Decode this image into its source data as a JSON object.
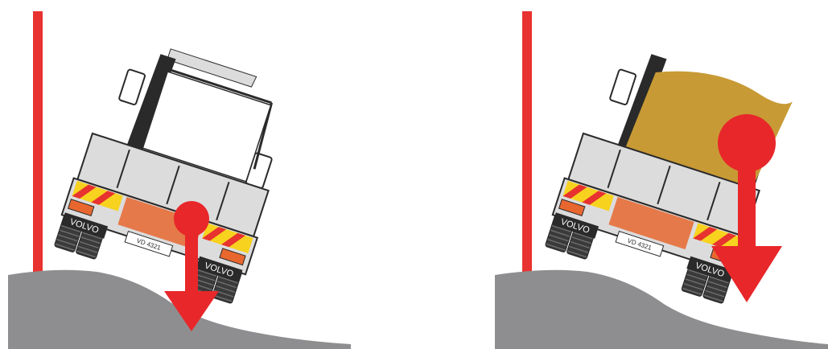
{
  "colors": {
    "background": "#ffffff",
    "ground": "#8e8e90",
    "wall_post": "#e8322f",
    "arrow": "#e8272a",
    "truck_body": "#dcdcdd",
    "truck_outline": "#2a2a2a",
    "load": "#c89a35",
    "chevron_red": "#e8322f",
    "chevron_yellow": "#f7d21e",
    "tire": "#3a3a3a",
    "rear_lamp": "#e8672f"
  },
  "panels": [
    {
      "id": "empty",
      "brand": "VOLVO",
      "brand_lower": "VOLVO",
      "plate": "VD 4321",
      "loaded": false
    },
    {
      "id": "loaded",
      "brand": "VOLVO",
      "brand_lower": "VOLVO",
      "plate": "VD 4321",
      "loaded": true
    }
  ],
  "icons": [
    "truck-icon",
    "center-of-gravity-arrow-icon"
  ]
}
